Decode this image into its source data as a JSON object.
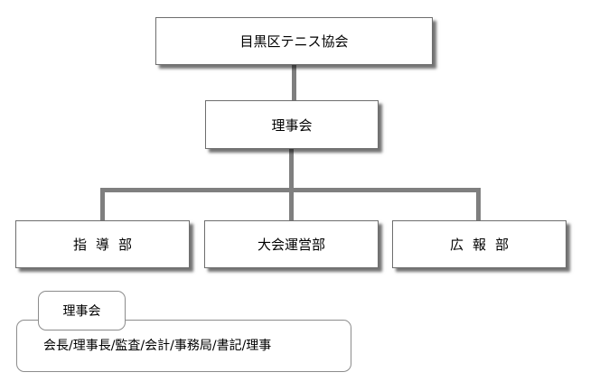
{
  "org_chart": {
    "root": {
      "label": "目黒区テニス協会"
    },
    "board": {
      "label": "理事会"
    },
    "departments": [
      {
        "label": "指導部"
      },
      {
        "label": "大会運営部"
      },
      {
        "label": "広報部"
      }
    ]
  },
  "note": {
    "tab_label": "理事会",
    "members_text": "会長/理事長/監査/会計/事務局/書記/理事"
  },
  "colors": {
    "connector": "#7f7f7f",
    "box_border": "#6e6e6e",
    "text": "#000000"
  }
}
